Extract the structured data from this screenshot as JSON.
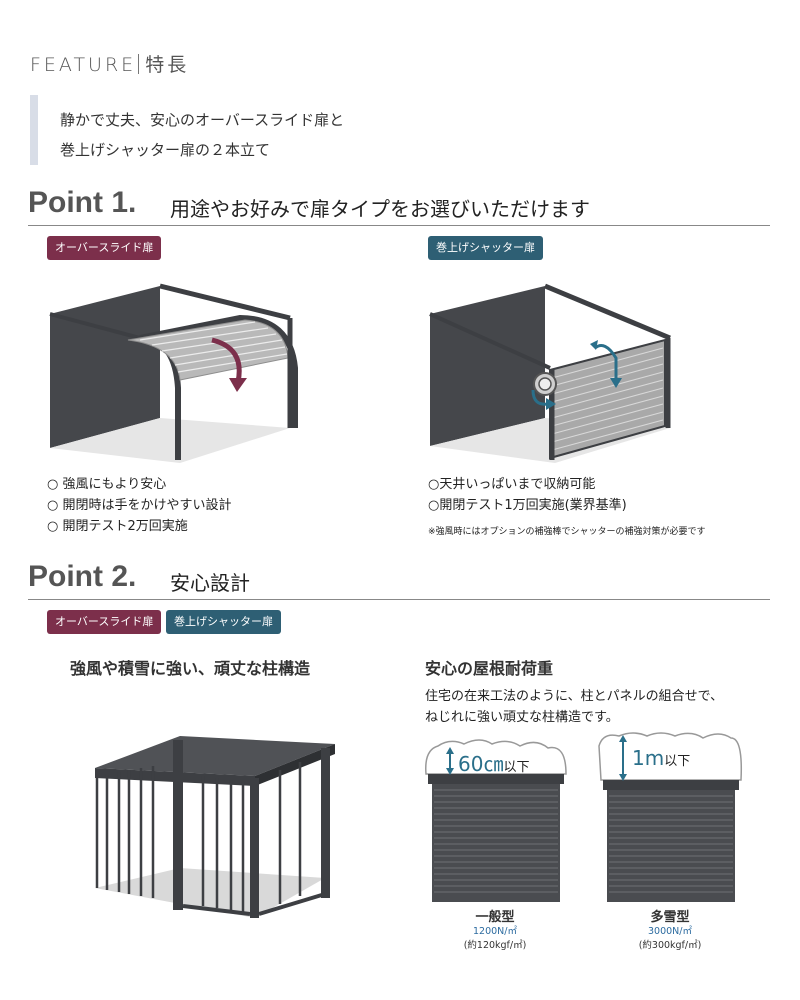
{
  "header": {
    "feature_en": "FEATURE",
    "feature_ja": "特長"
  },
  "intro": {
    "line1": "静かで丈夫、安心のオーバースライド扉と",
    "line2": "巻上げシャッター扉の２本立て"
  },
  "point1": {
    "heading": "Point 1.",
    "subtitle": "用途やお好みで扉タイプをお選びいただけます",
    "left": {
      "tag": "オーバースライド扉",
      "features": [
        "○ 強風にもより安心",
        "○ 開閉時は手をかけやすい設計",
        "○ 開閉テスト2万回実施"
      ]
    },
    "right": {
      "tag": "巻上げシャッター扉",
      "features": [
        "○天井いっぱいまで収納可能",
        "○開閉テスト1万回実施(業界基準)"
      ],
      "note": "※強風時にはオプションの補強棒でシャッターの補強対策が必要です"
    }
  },
  "point2": {
    "heading": "Point 2.",
    "subtitle": "安心設計",
    "tags": [
      "オーバースライド扉",
      "巻上げシャッター扉"
    ],
    "left_title": "強風や積雪に強い、頑丈な柱構造",
    "right_title": "安心の屋根耐荷重",
    "desc1": "住宅の在来工法のように、柱とパネルの組合せで、",
    "desc2": "ねじれに強い頑丈な柱構造です。",
    "general": {
      "depth": "60㎝",
      "suffix": "以下",
      "label": "一般型",
      "load": "1200N/㎡",
      "load2": "(約120kgf/㎡)"
    },
    "heavy": {
      "depth": "1m",
      "suffix": "以下",
      "label": "多雪型",
      "load": "3000N/㎡",
      "load2": "(約300kgf/㎡)"
    }
  },
  "colors": {
    "slide": "#7c2f4b",
    "shutter": "#2e5f74",
    "structure": "#3d3f43",
    "arrow_slide": "#7c2f4b",
    "arrow_shutter": "#2a6f8a"
  }
}
